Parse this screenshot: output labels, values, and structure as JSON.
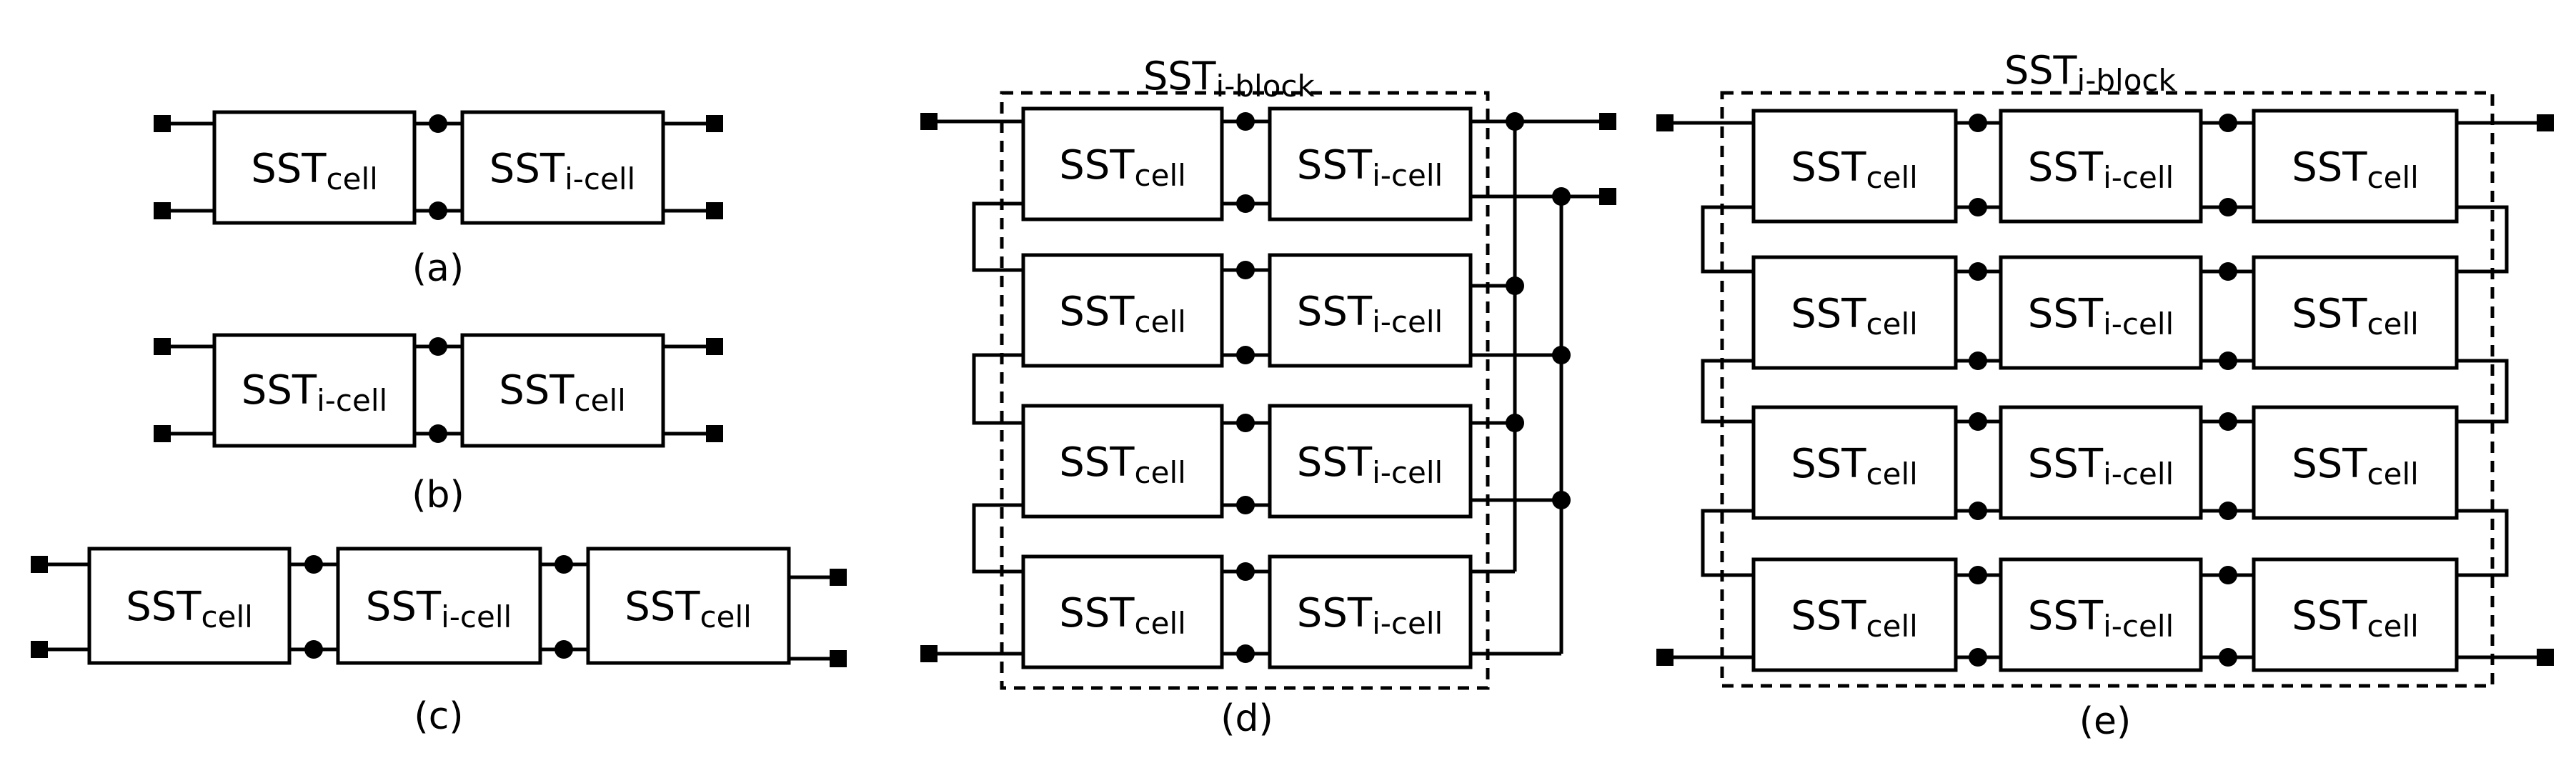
{
  "labels": {
    "cell_main": "SST",
    "cell_sub": "cell",
    "icell_main": "SST",
    "icell_sub": "i-cell",
    "block_main": "SST",
    "block_sub": "i-block"
  },
  "captions": {
    "a": "(a)",
    "b": "(b)",
    "c": "(c)",
    "d": "(d)",
    "e": "(e)"
  },
  "diagrams": [
    {
      "id": "a",
      "cells": [
        [
          "cell",
          "icell"
        ]
      ]
    },
    {
      "id": "b",
      "cells": [
        [
          "icell",
          "cell"
        ]
      ]
    },
    {
      "id": "c",
      "cells": [
        [
          "cell",
          "icell",
          "cell"
        ]
      ]
    },
    {
      "id": "d",
      "cells": [
        [
          "cell",
          "icell"
        ],
        [
          "cell",
          "icell"
        ],
        [
          "cell",
          "icell"
        ],
        [
          "cell",
          "icell"
        ]
      ]
    },
    {
      "id": "e",
      "cells": [
        [
          "cell",
          "icell",
          "cell"
        ],
        [
          "cell",
          "icell",
          "cell"
        ],
        [
          "cell",
          "icell",
          "cell"
        ],
        [
          "cell",
          "icell",
          "cell"
        ]
      ]
    }
  ],
  "colors": {
    "ink": "#000000",
    "background": "#ffffff"
  }
}
